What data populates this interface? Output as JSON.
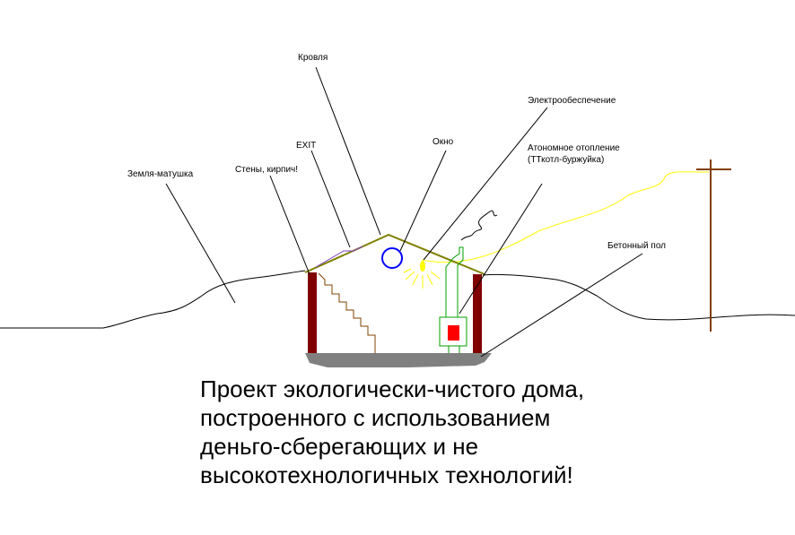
{
  "labels": {
    "roof": "Кровля",
    "power": "Электрообеспечение",
    "exit": "EXIT",
    "window": "Окно",
    "heating_line1": "Атономное отопление",
    "heating_line2": "(ТТкотл-буржуйка)",
    "earth": "Земля-матушка",
    "walls": "Стены, кирпич!",
    "floor": "Бетонный пол"
  },
  "caption": {
    "lines": [
      "Проект экологически-чистого дома,",
      "построенного с использованием",
      "деньго-сберегающих и не",
      "высокотехнологичных технологий!"
    ]
  },
  "colors": {
    "wall": "#800000",
    "roof": "#808000",
    "exit": "#8040c0",
    "window": "#0000ff",
    "lamp": "#ffff00",
    "stairs": "#804000",
    "stove_pipe": "#00a000",
    "fire": "#ff0000",
    "floor": "#808080",
    "pole": "#804000",
    "ground": "#000000"
  }
}
